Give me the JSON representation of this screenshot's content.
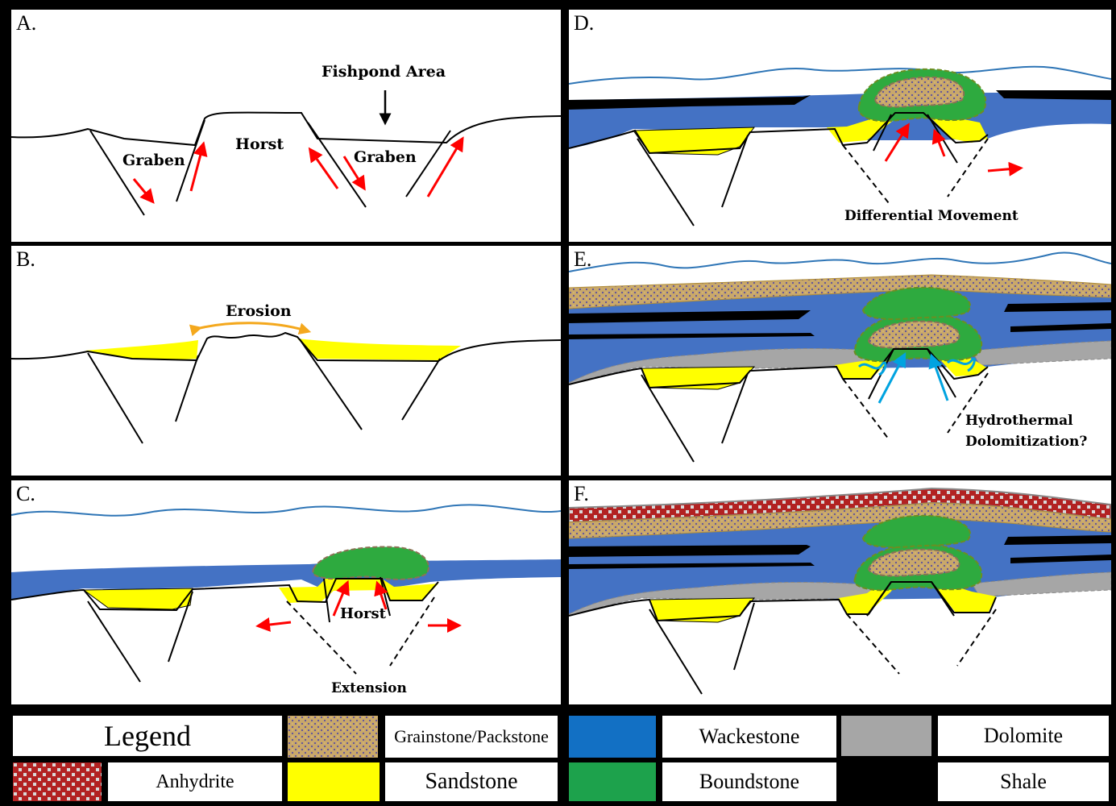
{
  "panels": {
    "a": {
      "label": "A.",
      "fishpond": "Fishpond Area",
      "horst": "Horst",
      "graben_left": "Graben",
      "graben_right": "Graben"
    },
    "b": {
      "label": "B.",
      "erosion": "Erosion"
    },
    "c": {
      "label": "C.",
      "horst": "Horst",
      "extension": "Extension"
    },
    "d": {
      "label": "D.",
      "differential": "Differential Movement"
    },
    "e": {
      "label": "E.",
      "hydro_line1": "Hydrothermal",
      "hydro_line2": "Dolomitization?"
    },
    "f": {
      "label": "F."
    }
  },
  "legend": {
    "title": "Legend",
    "items": {
      "grainstone": "Grainstone/Packstone",
      "wackestone": "Wackestone",
      "dolomite": "Dolomite",
      "anhydrite": "Anhydrite",
      "sandstone": "Sandstone",
      "boundstone": "Boundstone",
      "shale": "Shale"
    }
  },
  "colors": {
    "wackestone": "#4472C4",
    "sandstone": "#FFFF00",
    "boundstone": "#2EAA3F",
    "dolomite": "#A6A6A6",
    "shale": "#000000",
    "grainstone": "#C9A86A",
    "anhydrite": "#B22222",
    "water": "#2E75B6",
    "red_arrow": "#FF0000",
    "orange_arrow": "#F4A81D",
    "blue_arrow": "#00A3E0"
  }
}
